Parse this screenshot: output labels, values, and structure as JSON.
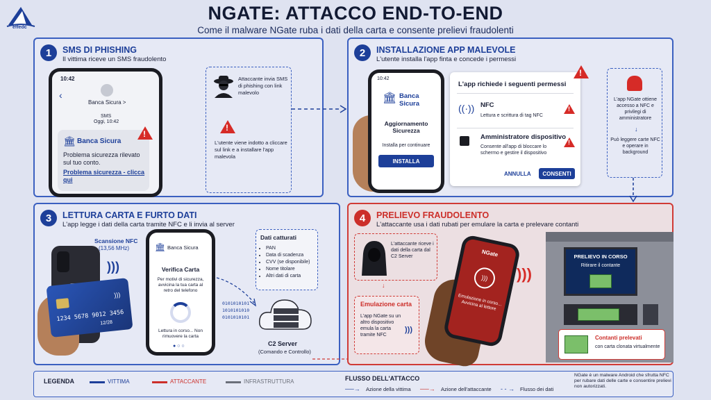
{
  "logo": {
    "text": "effedc"
  },
  "header": {
    "title": "NGATE: ATTACCO END-TO-END",
    "subtitle": "Come il malware NGate ruba i dati della carta e consente prelievi fraudolenti"
  },
  "colors": {
    "victim": "#1d3f99",
    "attacker": "#cc2f2a",
    "infra": "#6b6f7a"
  },
  "step1": {
    "number": "1",
    "title": "SMS DI PHISHING",
    "desc": "Il vittima riceve un SMS fraudolento",
    "phone": {
      "time": "10:42",
      "contact": "Banca Sicura >",
      "sms_label": "SMS",
      "sms_time": "Oggi, 10:42",
      "bank": "Banca Sicura",
      "message": "Problema sicurezza rilevato sul tuo conto.",
      "link": "Problema sicurezza - clicca qui"
    },
    "note1": "Attaccante invia SMS di phishing con link malevolo",
    "note2": "L'utente viene indotto a cliccare sul link e a installare l'app malevola"
  },
  "step2": {
    "number": "2",
    "title": "INSTALLAZIONE APP MALEVOLE",
    "desc": "L'utente installa l'app finta e concede i permessi",
    "phone": {
      "time": "10:42",
      "bank": "Banca Sicura",
      "update": "Aggiornamento Sicurezza",
      "hint": "Installa per continuare",
      "button": "INSTALLA"
    },
    "dialog": {
      "title": "L'app richiede i seguenti permessi",
      "perm1_title": "NFC",
      "perm1_desc": "Lettura e scrittura di tag NFC",
      "perm2_title": "Amministratore dispositivo",
      "perm2_desc": "Consente all'app di bloccare lo schermo e gestire il dispositivo",
      "cancel": "ANNULLA",
      "allow": "CONSENTI"
    },
    "note1": "L'app NGate ottiene accesso a NFC e privilegi di amministratore",
    "note2": "Può leggere carte NFC e operare in background"
  },
  "step3": {
    "number": "3",
    "title": "LETTURA CARTA E FURTO DATI",
    "desc": "L'app legge i dati della carta tramite NFC e li invia al server",
    "scan_label": "Scansione NFC",
    "scan_freq": "(13,56 MHz)",
    "card_number": "1234 5678 9012 3456",
    "card_exp": "12/28",
    "phone": {
      "bank": "Banca Sicura",
      "title": "Verifica Carta",
      "text": "Per motivi di sicurezza, avvicina la tua carta al retro del telefono",
      "reading": "Lettura in corso... Non rimuovere la carta"
    },
    "data_title": "Dati catturati",
    "data_items": [
      "PAN",
      "Data di scadenza",
      "CVV (se disponibile)",
      "Nome titolare",
      "Altri dati di carta"
    ],
    "binary": [
      "0101010101",
      "1010101010",
      "0101010101"
    ],
    "server_title": "C2 Server",
    "server_sub": "(Comando e Controllo)"
  },
  "step4": {
    "number": "4",
    "title": "PRELIEVO FRAUDOLENTO",
    "desc": "L'attaccante usa i dati rubati per emulare la carta e prelevare contanti",
    "attacker_note": "L'attaccante riceve i dati della carta dal C2 Server",
    "emul_title": "Emulazione carta",
    "emul_text": "L'app NGate su un altro dispositivo emula la carta tramite NFC",
    "phone": {
      "app": "NGate",
      "text": "Emulazione in corso... Avvicina al lettore"
    },
    "atm_screen_title": "PRELIEVO IN CORSO",
    "atm_screen_text": "Ritirare il contante",
    "cash_title": "Contanti prelevati",
    "cash_text": "con carta clonata virtualmente"
  },
  "legend": {
    "title": "LEGENDA",
    "victim": "VITTIMA",
    "attacker": "ATTACCANTE",
    "infra": "INFRASTRUTTURA",
    "flow_title": "FLUSSO DELL'ATTACCO",
    "flow_victim": "Azione della vittima",
    "flow_attacker": "Azione dell'attaccante",
    "flow_data": "Flusso dei dati",
    "note": "NGate è un malware Android che sfrutta NFC per rubare dati delle carte e consentire prelievi non autorizzati."
  }
}
